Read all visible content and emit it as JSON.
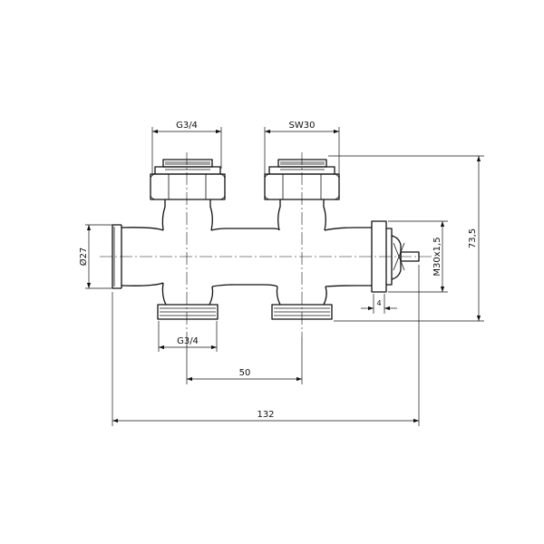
{
  "dimensions": {
    "top_left_thread": "G3/4",
    "top_right_wrench": "SW30",
    "overall_height": "73,5",
    "body_diameter": "Ø27",
    "side_thread": "M30x1,5",
    "side_width": "4",
    "bottom_thread": "G3/4",
    "port_spacing": "50",
    "overall_length": "132"
  }
}
